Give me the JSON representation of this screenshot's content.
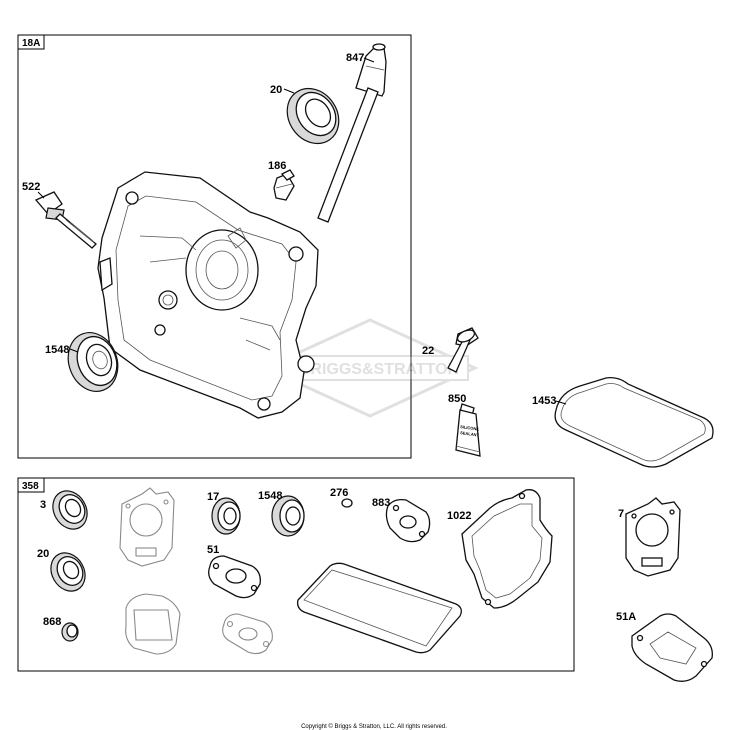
{
  "boxes": [
    {
      "tag": "18A"
    },
    {
      "tag": "358"
    }
  ],
  "watermark": "BRIGGS&STRATTON",
  "callouts": [
    {
      "id": "847",
      "text": "847"
    },
    {
      "id": "20a",
      "text": "20"
    },
    {
      "id": "186",
      "text": "186"
    },
    {
      "id": "522",
      "text": "522"
    },
    {
      "id": "1548a",
      "text": "1548"
    },
    {
      "id": "22",
      "text": "22"
    },
    {
      "id": "850",
      "text": "850"
    },
    {
      "id": "1453",
      "text": "1453"
    },
    {
      "id": "3",
      "text": "3"
    },
    {
      "id": "20b",
      "text": "20"
    },
    {
      "id": "868",
      "text": "868"
    },
    {
      "id": "17",
      "text": "17"
    },
    {
      "id": "1548b",
      "text": "1548"
    },
    {
      "id": "276",
      "text": "276"
    },
    {
      "id": "883",
      "text": "883"
    },
    {
      "id": "1022",
      "text": "1022"
    },
    {
      "id": "51",
      "text": "51"
    },
    {
      "id": "7",
      "text": "7"
    },
    {
      "id": "51A",
      "text": "51A"
    }
  ],
  "tube_label": [
    "SILICONE",
    "SEALANT"
  ],
  "copyright": "Copyright © Briggs & Stratton, LLC. All rights reserved."
}
